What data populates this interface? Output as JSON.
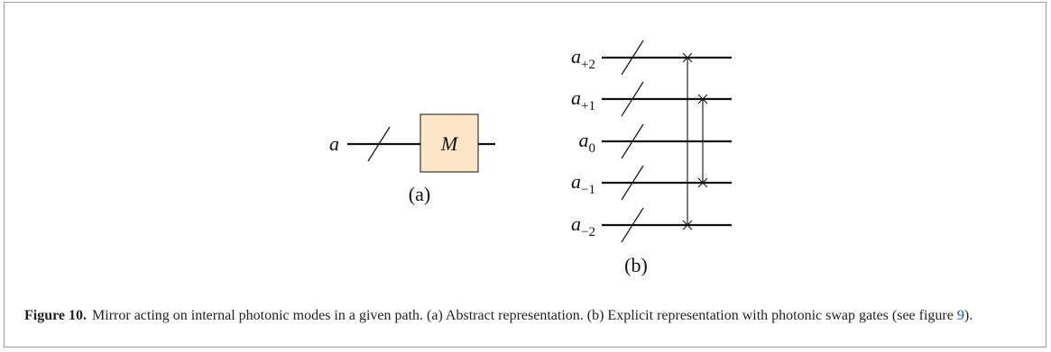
{
  "figure": {
    "label": "Figure 10.",
    "caption_before_ref": "Mirror acting on internal photonic modes in a given path. (a) Abstract representation. (b) Explicit representation with photonic swap gates (see figure ",
    "caption_ref": "9",
    "caption_after_ref": ")."
  },
  "panel_a": {
    "wire_label": "a",
    "gate_label": "M",
    "gate_fill": "#fde6c8",
    "sublabel": "(a)"
  },
  "panel_b": {
    "sublabel": "(b)",
    "wires": [
      {
        "base": "a",
        "sub": "+2"
      },
      {
        "base": "a",
        "sub": "+1"
      },
      {
        "base": "a",
        "sub": "0"
      },
      {
        "base": "a",
        "sub": "−1"
      },
      {
        "base": "a",
        "sub": "−2"
      }
    ]
  }
}
